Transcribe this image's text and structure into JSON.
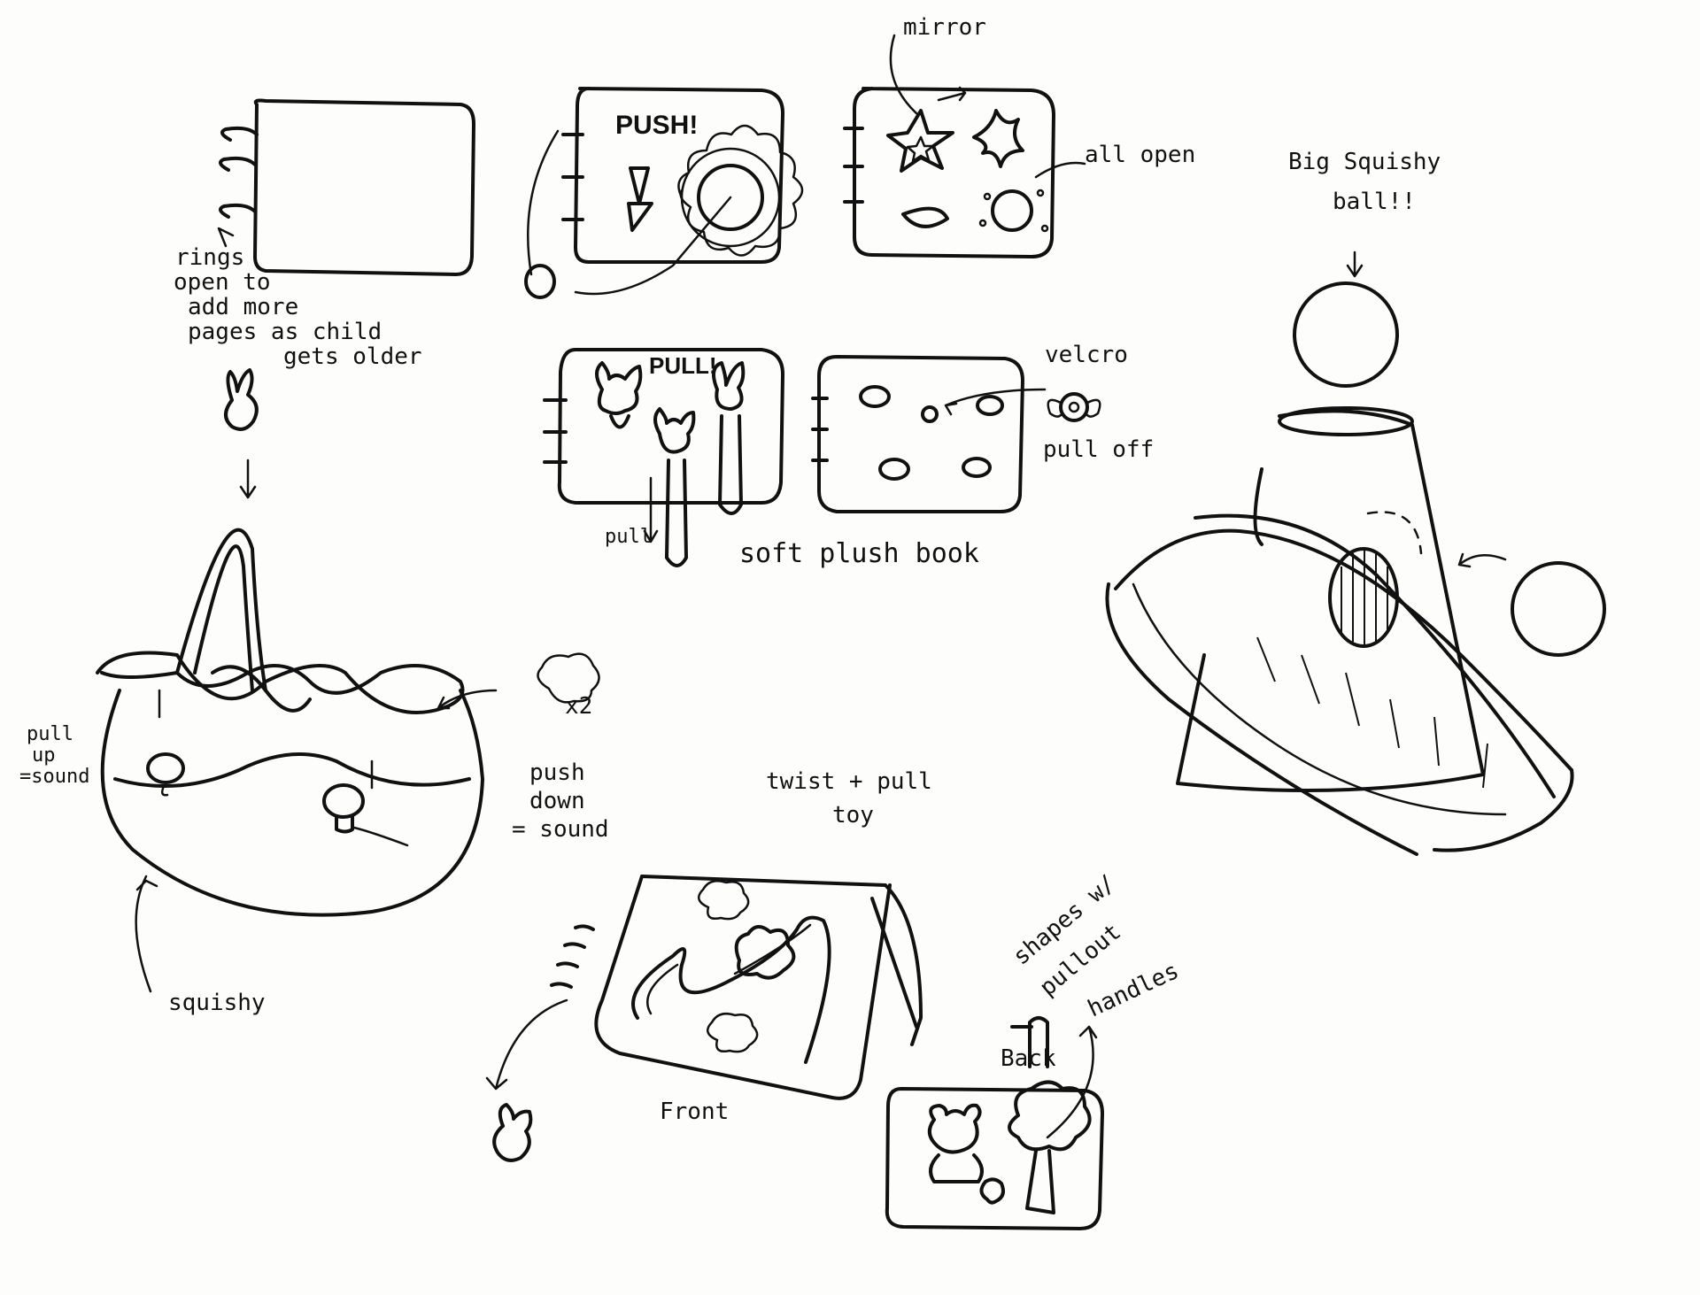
{
  "labels": {
    "rings_note_1": "rings",
    "rings_note_2": "open to",
    "rings_note_3": "add more",
    "rings_note_4": "pages as child",
    "rings_note_5": "gets older",
    "push": "PUSH!",
    "mirror": "mirror",
    "all_open": "all open",
    "pull_page": "PULL!",
    "pull_arrow": "pull",
    "velcro": "velcro",
    "pull_off": "pull off",
    "soft_plush_book": "soft plush book",
    "big_squishy_ball_1": "Big Squishy",
    "big_squishy_ball_2": "ball!!",
    "pull_up_1": "pull",
    "pull_up_2": "up",
    "pull_up_3": "=sound",
    "x2": "x2",
    "push_down_1": "push",
    "push_down_2": "down",
    "push_down_3": "= sound",
    "squishy": "squishy",
    "twist_pull_1": "twist + pull",
    "twist_pull_2": "toy",
    "front": "Front",
    "back": "Back",
    "shapes_1": "shapes w/",
    "shapes_2": "pullout",
    "shapes_3": "handles"
  }
}
